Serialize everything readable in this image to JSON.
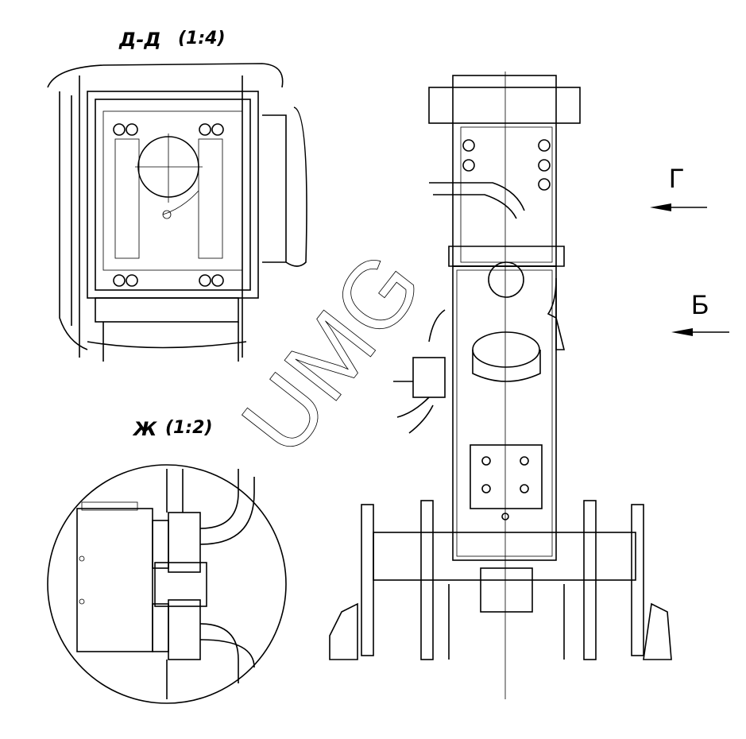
{
  "views": {
    "section_dd": {
      "title": "Д-Д",
      "scale": "(1:4)"
    },
    "detail_zh": {
      "title": "Ж",
      "scale": "(1:2)"
    },
    "arrow_g": {
      "label": "Г"
    },
    "arrow_b": {
      "label": "Б"
    }
  },
  "watermark": "UMG"
}
